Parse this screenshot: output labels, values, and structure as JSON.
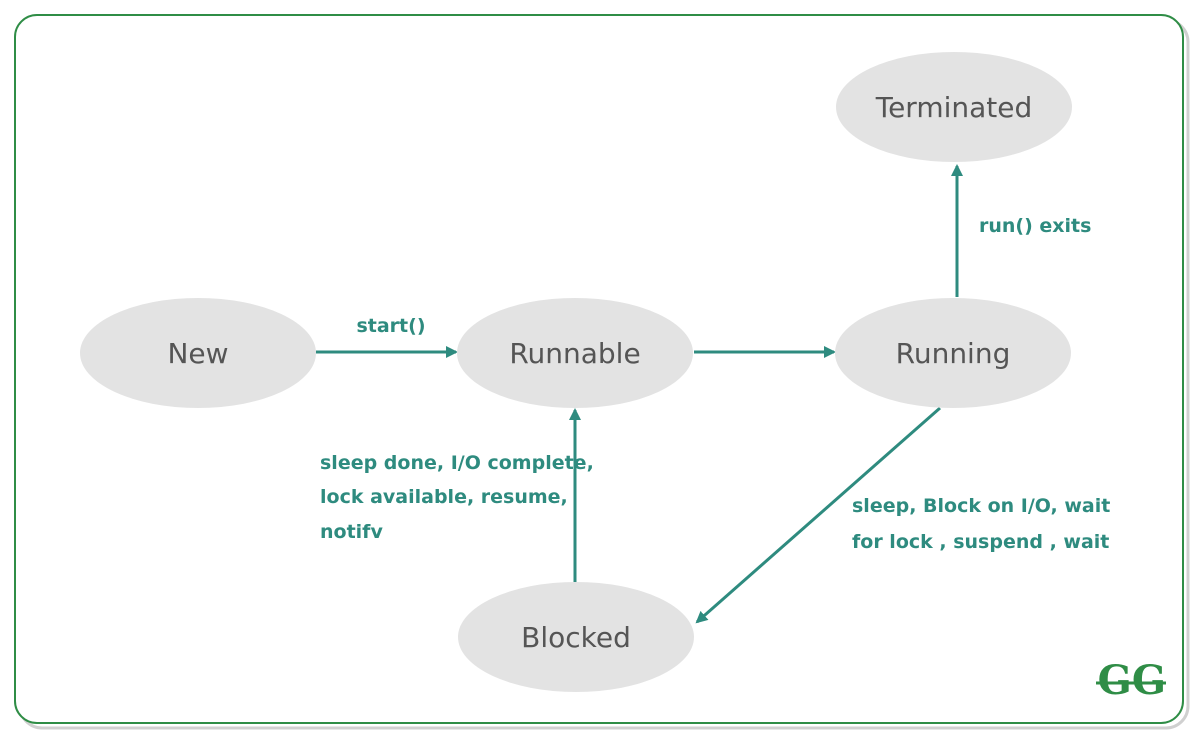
{
  "diagram": {
    "nodes": {
      "new": "New",
      "runnable": "Runnable",
      "running": "Running",
      "terminated": "Terminated",
      "blocked": "Blocked"
    },
    "edges": {
      "start": "start()",
      "run_exits": "run() exits",
      "to_runnable_line1": "sleep done, I/O complete,",
      "to_runnable_line2": "lock available, resume,",
      "to_runnable_line3": "notifv",
      "to_blocked_line1": "sleep, Block on I/O, wait",
      "to_blocked_line2": "for lock , suspend , wait"
    },
    "logo": "GG"
  },
  "colors": {
    "node_fill": "#e3e3e3",
    "arrow": "#2e8b7f",
    "frame": "#2f8d46",
    "text": "#555555"
  }
}
